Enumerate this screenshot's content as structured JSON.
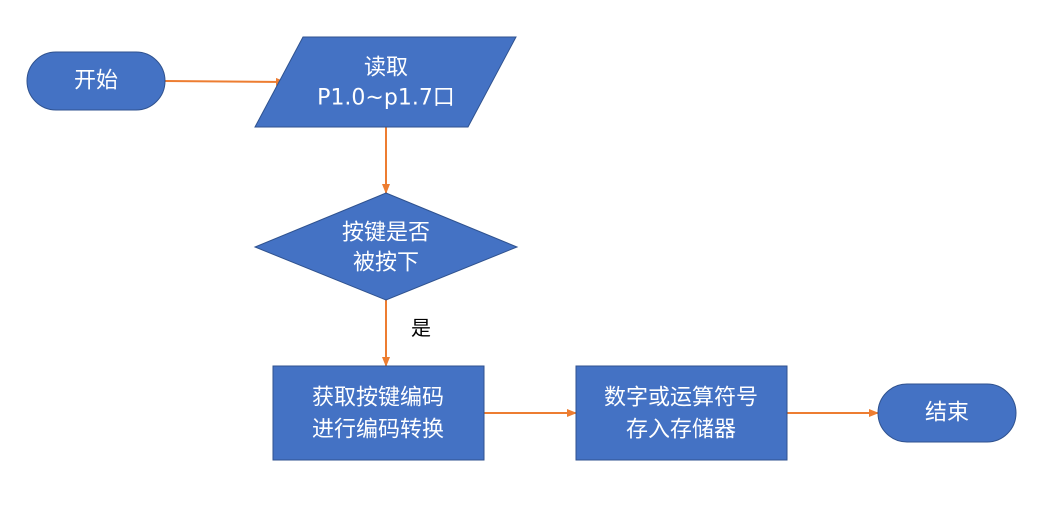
{
  "colors": {
    "shape_fill": "#4472C4",
    "shape_stroke": "#2F528F",
    "arrow": "#ED7D31",
    "label_text": "#FFFFFF"
  },
  "nodes": {
    "start": {
      "label": "开始"
    },
    "read": {
      "line1": "读取",
      "line2": "P1.0~p1.7口"
    },
    "decision": {
      "line1": "按键是否",
      "line2": "被按下"
    },
    "process_encode": {
      "line1": "获取按键编码",
      "line2": "进行编码转换"
    },
    "process_store": {
      "line1": "数字或运算符号",
      "line2": "存入存储器"
    },
    "end": {
      "label": "结束"
    }
  },
  "edges": {
    "decision_yes_label": "是"
  }
}
